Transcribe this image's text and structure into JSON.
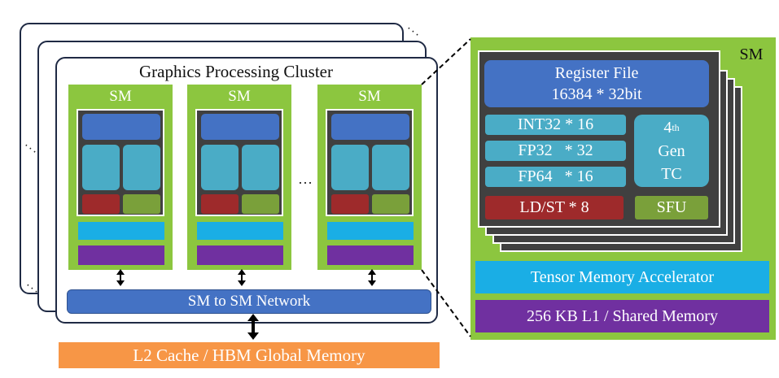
{
  "gpc": {
    "title": "Graphics Processing Cluster",
    "sm_labels": [
      "SM",
      "SM",
      "SM"
    ],
    "ellipsis": "…",
    "network_label": "SM to SM Network"
  },
  "l2": {
    "label": "L2 Cache / HBM Global Memory"
  },
  "sm_detail": {
    "title": "SM",
    "register_file_line1": "Register File",
    "register_file_line2": "16384 * 32bit",
    "int32": "INT32 * 16",
    "fp32": "FP32   * 32",
    "fp64": "FP64   * 16",
    "tc_line1": "4",
    "tc_sup": "th",
    "tc_line2": "Gen",
    "tc_line3": "TC",
    "ldst": "LD/ST * 8",
    "sfu": "SFU",
    "tma": "Tensor Memory Accelerator",
    "l1": "256 KB L1 / Shared Memory"
  },
  "colors": {
    "sm_green": "#8cc63f",
    "core_gray": "#404040",
    "register_blue": "#4472c4",
    "unit_teal": "#4aacc6",
    "ldst_red": "#9e2a2b",
    "sfu_olive": "#7aa03a",
    "tma_cyan": "#1aaee5",
    "l1_purple": "#7030a0",
    "l2_orange": "#f79646",
    "frame_navy": "#1f2a44"
  }
}
